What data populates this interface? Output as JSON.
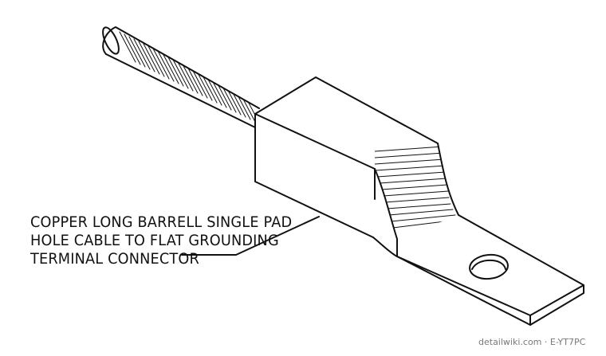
{
  "callout": {
    "line1": "COPPER LONG BARRELL SINGLE PAD",
    "line2": "HOLE CABLE TO FLAT GROUNDING",
    "line3": "TERMINAL CONNECTOR"
  },
  "watermark": {
    "site": "detailwiki.com",
    "code": "E-YT7PC",
    "separator": "·"
  },
  "colors": {
    "line": "#111111",
    "background": "#ffffff",
    "watermark": "#777777"
  }
}
